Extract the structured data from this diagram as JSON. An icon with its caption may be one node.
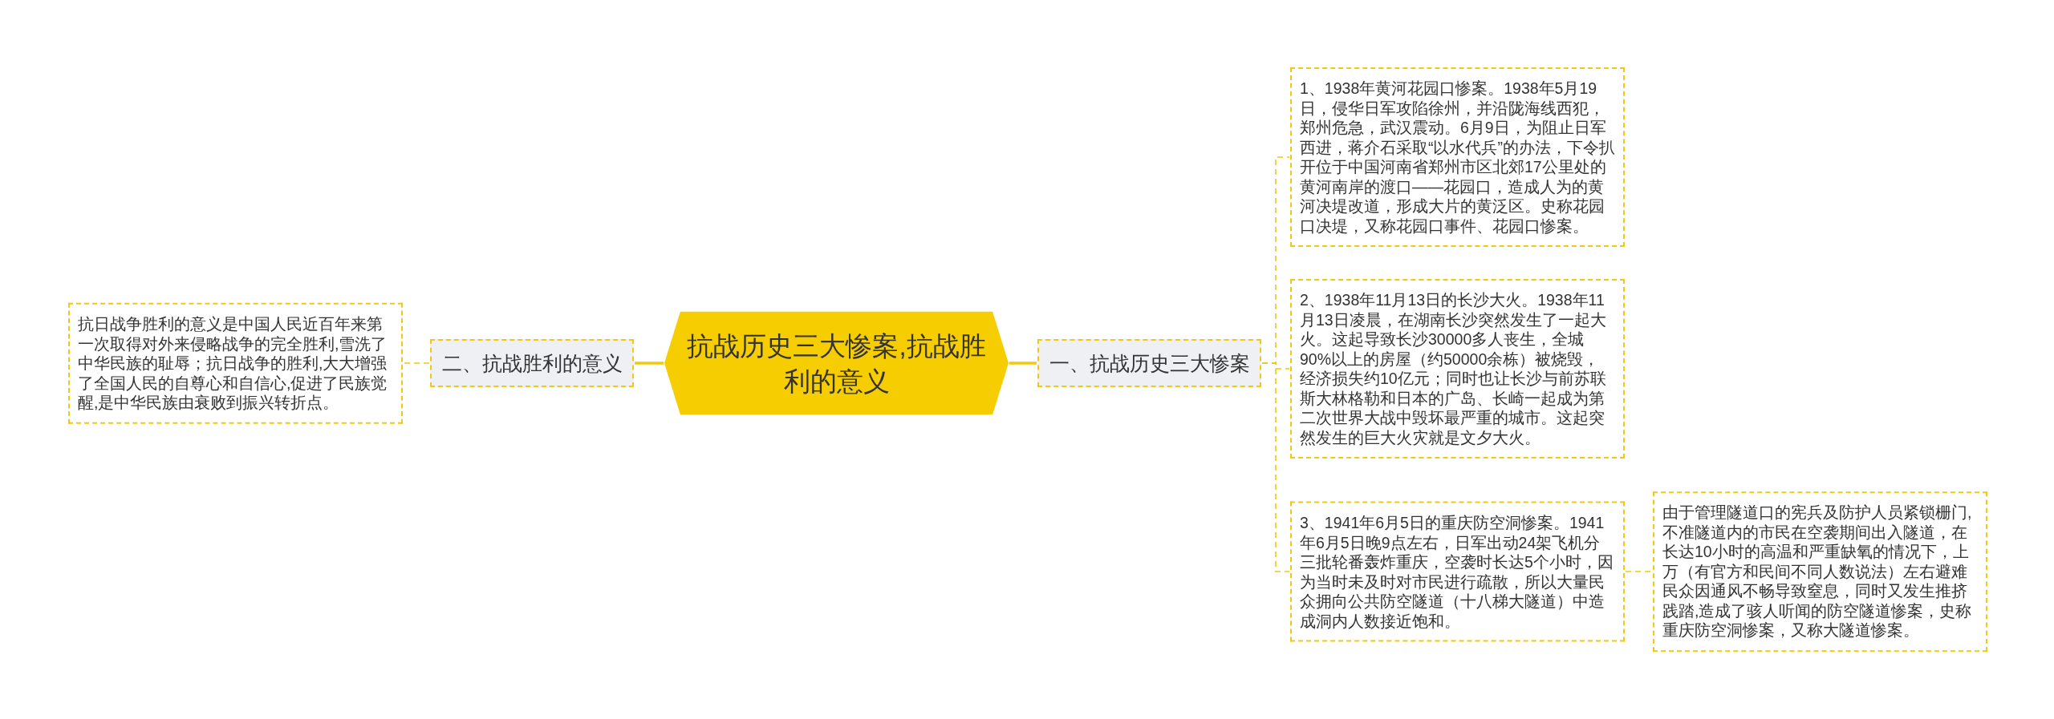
{
  "diagram": {
    "nodes": [
      {
        "text": [
          "抗战历史三大惨案,抗战胜利的意义"
        ]
      },
      {
        "text": [
          "二、抗战胜利的意义"
        ]
      },
      {
        "text": [
          "抗日战争胜利的意义是中国人民近百年来第一次取得对外来侵略战争的完全胜利,雪洗了中华民族的耻辱；抗日战争的胜利,大大增强了全国人民的自尊心和自信心,促进了民族觉醒,是中华民族由衰败到振兴转折点。"
        ]
      },
      {
        "text": [
          "一、抗战历史三大惨案"
        ]
      },
      {
        "text": [
          "1、1938年黄河花园口惨案。1938年5月19日，侵华日军攻陷徐州，并沿陇海线西犯，郑州危急，武汉震动。6月9日，为阻止日军西进，蒋介石采取“以水代兵”的办法，下令扒开位于中国河南省郑州市区北郊17公里处的黄河南岸的渡口——花园口，造成人为的黄河决堤改道，形成大片的黄泛区。史称花园口决堤，又称花园口事件、花园口惨案。"
        ]
      },
      {
        "text": [
          "2、1938年11月13日的长沙大火。1938年11月13日凌晨，在湖南长沙突然发生了一起大火。这起导致长沙30000多人丧生，全城90%以上的房屋（约50000余栋）被烧毁，经济损失约10亿元；同时也让长沙与前苏联斯大林格勒和日本的广岛、长崎一起成为第二次世界大战中毁坏最严重的城市。这起突然发生的巨大火灾就是文夕大火。"
        ]
      },
      {
        "text": [
          "3、1941年6月5日的重庆防空洞惨案。1941年6月5日晚9点左右，日军出动24架飞机分三批轮番轰炸重庆，空袭时长达5个小时，因为当时未及时对市民进行疏散，所以大量民众拥向公共防空隧道（十八梯大隧道）中造成洞内人数接近饱和。"
        ]
      },
      {
        "text": [
          "由于管理隧道口的宪兵及防护人员紧锁栅门,不准隧道内的市民在空袭期间出入隧道，在长达10小时的高温和严重缺氧的情况下，上万（有官方和民间不同人数说法）左右避难民众因通风不畅导致窒息，同时又发生推挤践踏,造成了骇人听闻的防空隧道惨案，史称重庆防空洞惨案，又称大隧道惨案。"
        ]
      }
    ],
    "edges": [
      {
        "from": 0,
        "to": 1,
        "arrow": "none"
      },
      {
        "from": 1,
        "to": 2,
        "arrow": "none",
        "style": "dashed"
      },
      {
        "from": 0,
        "to": 3,
        "arrow": "none"
      },
      {
        "from": 3,
        "to": 4,
        "arrow": "none",
        "style": "dashed"
      },
      {
        "from": 3,
        "to": 5,
        "arrow": "none",
        "style": "dashed"
      },
      {
        "from": 3,
        "to": 6,
        "arrow": "none",
        "style": "dashed"
      },
      {
        "from": 6,
        "to": 7,
        "arrow": "none",
        "style": "dashed"
      }
    ]
  }
}
